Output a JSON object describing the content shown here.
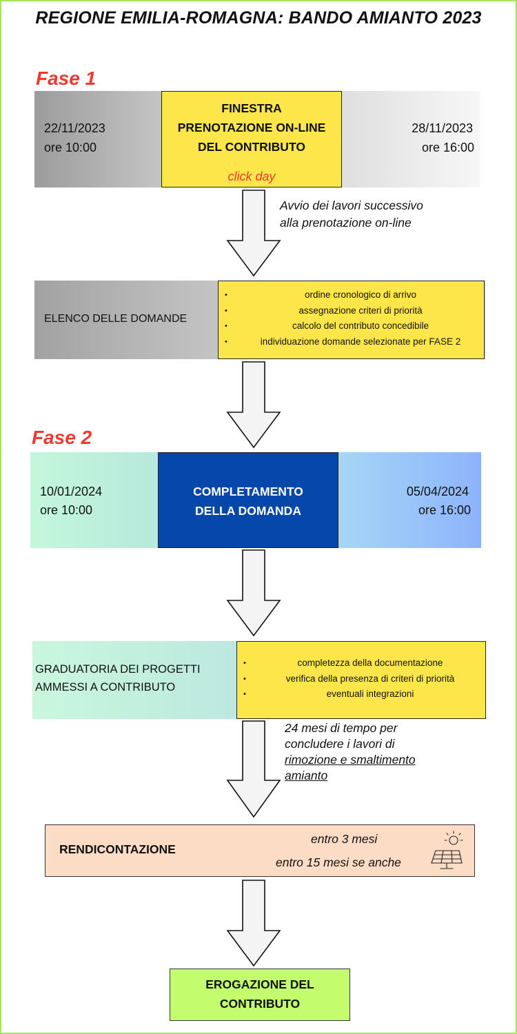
{
  "title": "REGIONE EMILIA-ROMAGNA: BANDO AMIANTO 2023",
  "phase1": {
    "label": "Fase 1",
    "start_date": "22/11/2023",
    "start_time": "ore 10:00",
    "window_title_1": "FINESTRA",
    "window_title_2": "PRENOTAZIONE ON-LINE",
    "window_title_3": "DEL CONTRIBUTO",
    "click_day": "click day",
    "end_date": "28/11/2023",
    "end_time": "ore 16:00"
  },
  "arrow1_note": [
    "Avvio dei lavori successivo",
    "alla prenotazione on-line"
  ],
  "elenco": {
    "label": "ELENCO DELLE DOMANDE",
    "items": [
      "ordine cronologico di arrivo",
      "assegnazione criteri di priorità",
      "calcolo del contributo concedibile",
      "individuazione domande selezionate per FASE 2"
    ]
  },
  "phase2": {
    "label": "Fase 2",
    "start_date": "10/01/2024",
    "start_time": "ore 10:00",
    "title_1": "COMPLETAMENTO",
    "title_2": "DELLA DOMANDA",
    "end_date": "05/04/2024",
    "end_time": "ore 16:00"
  },
  "graduatoria": {
    "label_1": "GRADUATORIA DEI PROGETTI",
    "label_2": "AMMESSI A CONTRIBUTO",
    "items": [
      "completezza della documentazione",
      "verifica della presenza di criteri di priorità",
      "eventuali integrazioni"
    ]
  },
  "arrow4_note": {
    "line1": "24 mesi di tempo per",
    "line2": "concludere i lavori di",
    "line3": "rimozione e smaltimento",
    "line4": "amianto"
  },
  "rendicontazione": {
    "label": "RENDICONTAZIONE",
    "line1": "entro 3 mesi",
    "line2": "entro 15 mesi se anche",
    "icon": "solar-panel-icon"
  },
  "erogazione": {
    "line1": "EROGAZIONE DEL",
    "line2": "CONTRIBUTO"
  },
  "colors": {
    "border_green": "#a6e35a",
    "phase_red": "#f0392f",
    "yellow": "#fde64a",
    "blue": "#0547ab",
    "peach": "#fddcc6",
    "green_box": "#c3fc6c"
  }
}
